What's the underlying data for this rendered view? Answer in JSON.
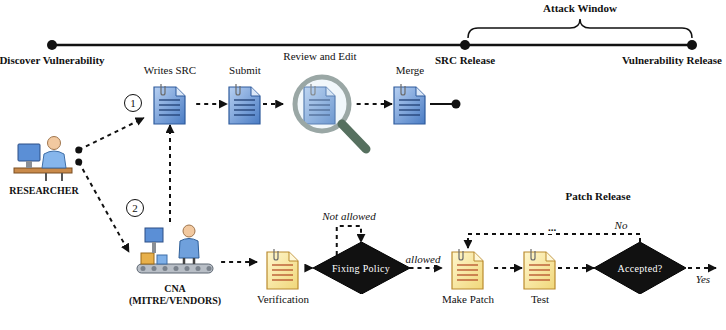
{
  "diagram": {
    "nodes": [
      {
        "text": [
          "RESEARCHER"
        ]
      },
      {
        "text": [
          "Writes SRC"
        ]
      },
      {
        "text": [
          "Submit"
        ]
      },
      {
        "text": [
          "Review and Edit"
        ]
      },
      {
        "text": [
          "Merge"
        ]
      },
      {
        "text": [
          "CNA (MITRE/VENDORS)"
        ]
      },
      {
        "text": [
          "Verification"
        ]
      },
      {
        "text": [
          "Fixing Policy"
        ]
      },
      {
        "text": [
          "Make Patch"
        ]
      },
      {
        "text": [
          "Test"
        ]
      },
      {
        "text": [
          "Accepted?"
        ]
      }
    ],
    "edges": [
      {
        "from": 0,
        "to": 1,
        "arrow": "to"
      },
      {
        "from": 0,
        "to": 5,
        "arrow": "to"
      },
      {
        "from": 5,
        "to": 1,
        "arrow": "to"
      },
      {
        "from": 1,
        "to": 2,
        "arrow": "to"
      },
      {
        "from": 2,
        "to": 3,
        "arrow": "to"
      },
      {
        "from": 3,
        "to": 4,
        "arrow": "to"
      },
      {
        "from": 5,
        "to": 6,
        "arrow": "to"
      },
      {
        "from": 6,
        "to": 7,
        "arrow": "to"
      },
      {
        "from": 7,
        "to": 7,
        "label": "Not allowed",
        "arrow": "to"
      },
      {
        "from": 7,
        "to": 8,
        "label": "allowed",
        "arrow": "to"
      },
      {
        "from": 8,
        "to": 9,
        "arrow": "to"
      },
      {
        "from": 9,
        "to": 10,
        "arrow": "to"
      },
      {
        "from": 10,
        "to": 8,
        "label": "No",
        "arrow": "to"
      }
    ],
    "labels": [
      "Attack Window",
      "Discover Vulnerability",
      "SRC Release",
      "Vulnerability Release",
      "1",
      "2",
      "Patch Release",
      "...",
      "Yes"
    ]
  }
}
